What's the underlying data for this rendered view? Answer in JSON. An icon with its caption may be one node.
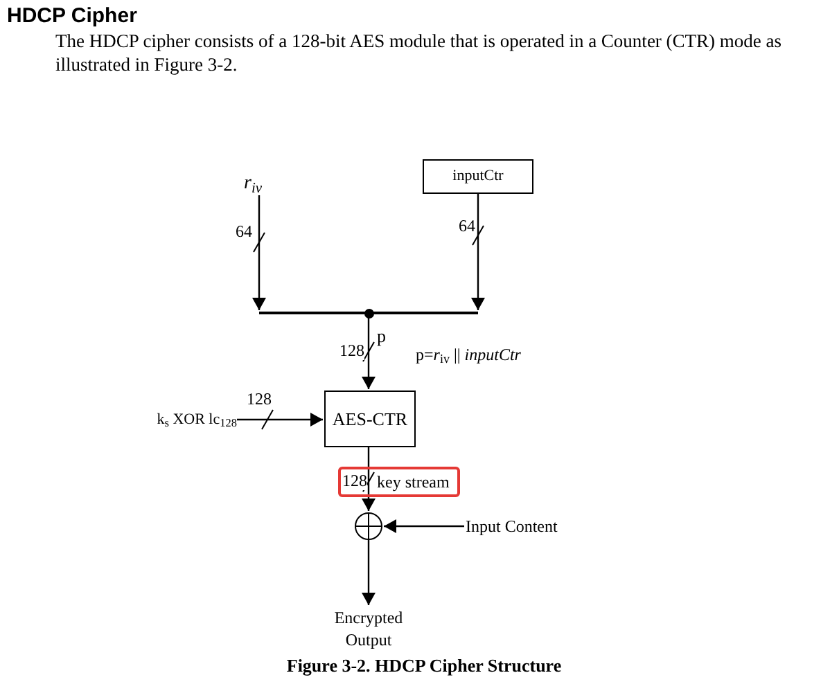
{
  "diagram": {
    "title": "HDCP Cipher",
    "caption": "Figure 3-2. HDCP Cipher Structure",
    "nodes": [
      {
        "text": [
          "r$_{iv}$"
        ]
      },
      {
        "text": [
          "inputCtr"
        ]
      },
      {
        "text": [],
        "shape": "bar"
      },
      {
        "text": [
          "AES-CTR"
        ]
      },
      {
        "text": [
          "k$_{s}$ XOR lc$_{128}$"
        ]
      },
      {
        "text": [],
        "shape": "circle"
      },
      {
        "text": [
          "Input Content"
        ]
      },
      {
        "text": [
          "Encrypted Output"
        ]
      }
    ],
    "edges": [
      {
        "from": 0,
        "to": 2,
        "arrow": "to",
        "label": "64"
      },
      {
        "from": 1,
        "to": 2,
        "arrow": "to",
        "label": "64"
      },
      {
        "from": 2,
        "to": 3,
        "arrow": "to",
        "label": "128"
      },
      {
        "from": 4,
        "to": 3,
        "arrow": "to",
        "label": "128"
      },
      {
        "from": 3,
        "to": 5,
        "arrow": "to",
        "label": "128"
      },
      {
        "from": 6,
        "to": 5,
        "arrow": "to"
      },
      {
        "from": 5,
        "to": 7,
        "arrow": "to"
      }
    ],
    "labels": [
      "The HDCP cipher consists of a 128-bit AES module that is operated in a Counter (CTR) mode as illustrated in Figure 3-2.",
      "p",
      "p=*r*$_{iv}$ || *inputCtr*",
      "key stream"
    ]
  }
}
